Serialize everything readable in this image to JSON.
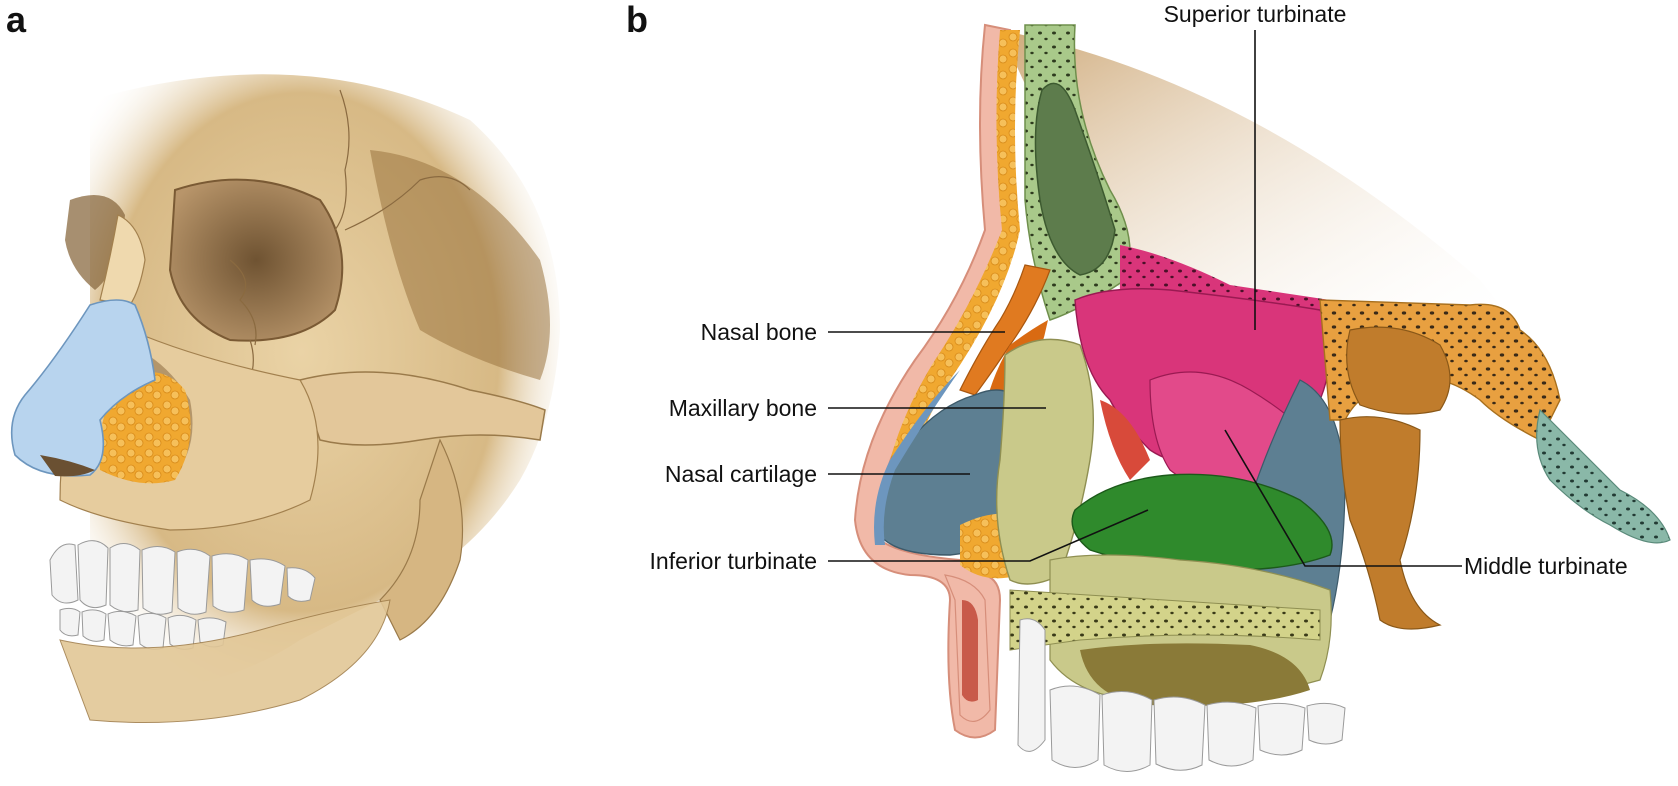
{
  "panels": {
    "a": {
      "letter": "a"
    },
    "b": {
      "letter": "b"
    }
  },
  "labels": {
    "superior_turbinate": "Superior turbinate",
    "nasal_bone": "Nasal bone",
    "maxillary_bone": "Maxillary bone",
    "nasal_cartilage": "Nasal cartilage",
    "inferior_turbinate": "Inferior turbinate",
    "middle_turbinate": "Middle turbinate"
  },
  "colors": {
    "skull_bone": "#dcc08e",
    "skull_shadow": "#8a6a40",
    "nasal_cartilage": "#b8d4ee",
    "fat_tissue": "#f0a830",
    "skin": "#f1b9a8",
    "nasal_bone": "#e07a20",
    "maxillary_bone": "#c9c98a",
    "nasal_cartilage_section": "#5d7f92",
    "superior_turbinate": "#d9357a",
    "middle_turbinate": "#d9357a",
    "inferior_turbinate": "#2f8a2c",
    "frontal_sinus": "#5d7c4c",
    "sphenoid_bone": "#e8a040",
    "vomer": "#8ab8a8",
    "palate": "#d3d38a",
    "teeth": "#f3f3f3"
  }
}
